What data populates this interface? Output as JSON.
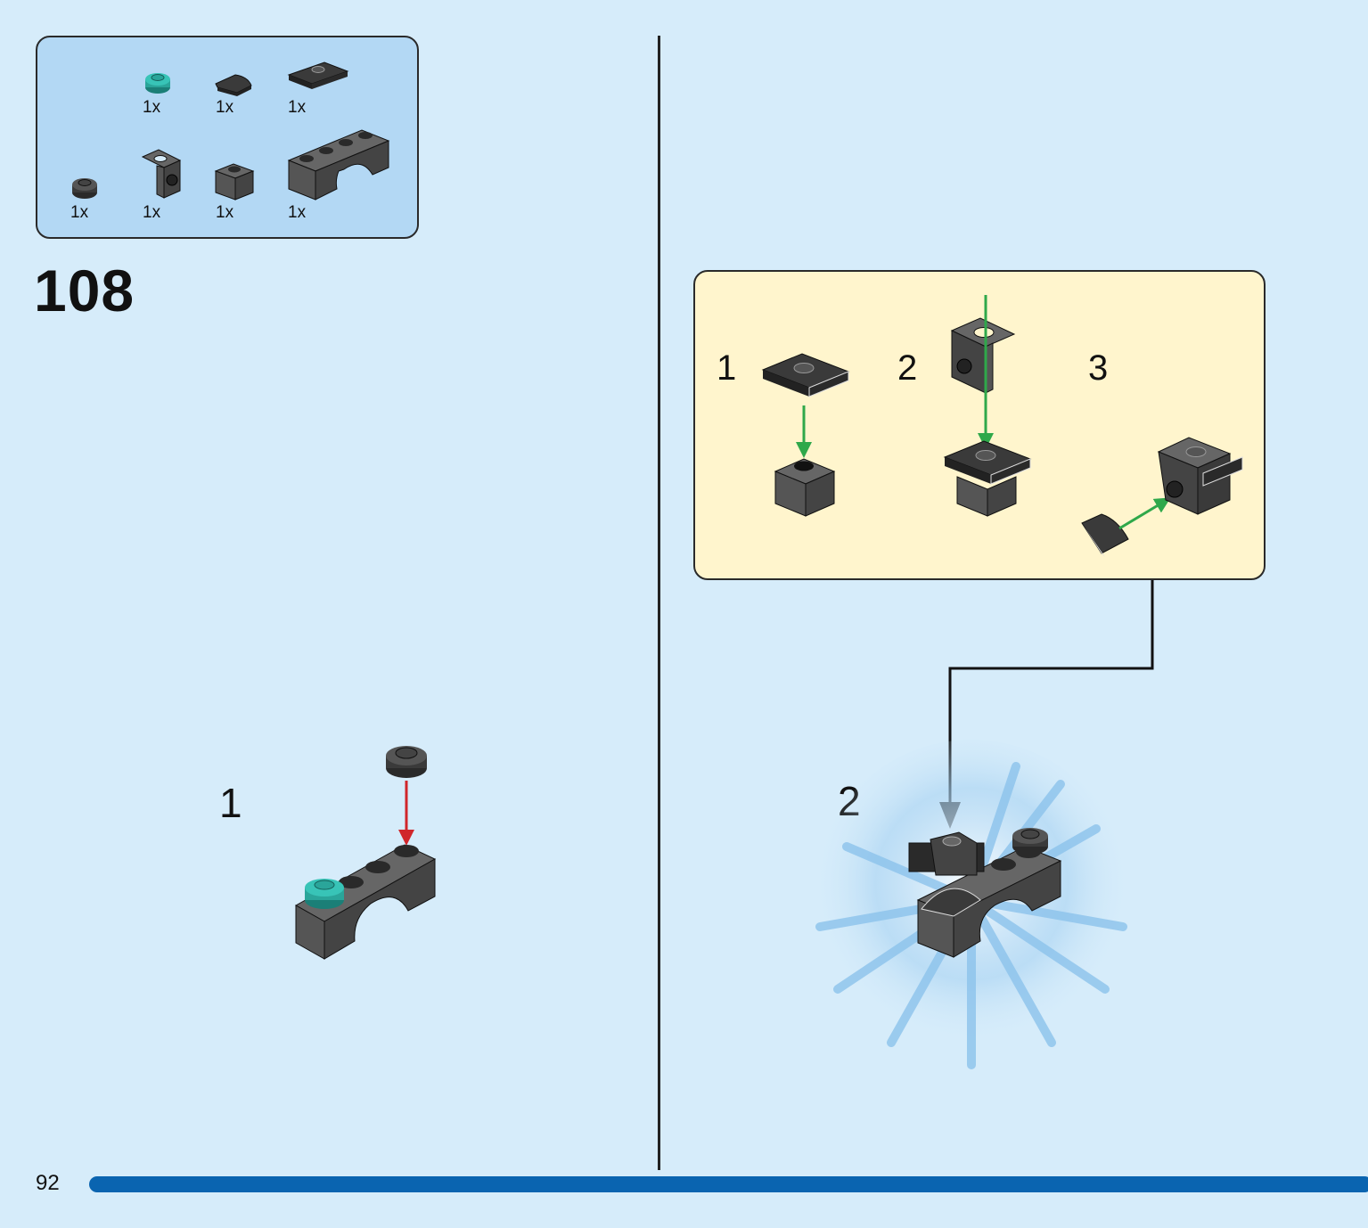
{
  "parts_list": {
    "row1": [
      {
        "qty": "1x",
        "icon": "teal-round-plate-icon",
        "color": "#2aa59a"
      },
      {
        "qty": "1x",
        "icon": "quarter-tile-icon",
        "color": "#3a3a3a"
      },
      {
        "qty": "1x",
        "icon": "jumper-plate-icon",
        "color": "#2f2f2f"
      }
    ],
    "row2": [
      {
        "qty": "1x",
        "icon": "dark-round-plate-icon",
        "color": "#444444"
      },
      {
        "qty": "1x",
        "icon": "bracket-icon",
        "color": "#555555"
      },
      {
        "qty": "1x",
        "icon": "brick-1x1-icon",
        "color": "#555555"
      },
      {
        "qty": "1x",
        "icon": "arch-brick-icon",
        "color": "#555555"
      }
    ]
  },
  "step": "108",
  "main_substeps": [
    "1",
    "2"
  ],
  "callout": {
    "substeps": [
      "1",
      "2",
      "3"
    ]
  },
  "page_number": "92",
  "colors": {
    "background": "#d6ecfa",
    "parts_box": "#b3d8f4",
    "callout": "#fff5cd",
    "arrow_red": "#d0262b",
    "arrow_green": "#2fa84a",
    "brick_gray": "#555555",
    "brick_dark": "#2f2f2f",
    "teal": "#2aa59a",
    "progress_bar": "#0a64b0"
  }
}
